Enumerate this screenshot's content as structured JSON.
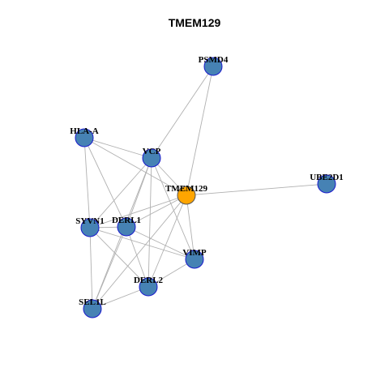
{
  "title": "TMEM129",
  "colors": {
    "node_fill": "#4682B4",
    "node_stroke": "#1a1acc",
    "focus_fill": "#FFA500",
    "focus_stroke": "#555555",
    "edge": "#b0b0b0"
  },
  "nodes": [
    {
      "id": "PSMD4",
      "label": "PSMD4",
      "focus": false
    },
    {
      "id": "HLA-A",
      "label": "HLA-A",
      "focus": false
    },
    {
      "id": "VCP",
      "label": "VCP",
      "focus": false
    },
    {
      "id": "TMEM129",
      "label": "TMEM129",
      "focus": true
    },
    {
      "id": "UBE2D1",
      "label": "UBE2D1",
      "focus": false
    },
    {
      "id": "SYVN1",
      "label": "SYVN1",
      "focus": false
    },
    {
      "id": "DERL1",
      "label": "DERL1",
      "focus": false
    },
    {
      "id": "VIMP",
      "label": "VIMP",
      "focus": false
    },
    {
      "id": "DERL2",
      "label": "DERL2",
      "focus": false
    },
    {
      "id": "SEL1L",
      "label": "SEL1L",
      "focus": false
    }
  ],
  "edges": [
    [
      "PSMD4",
      "VCP"
    ],
    [
      "PSMD4",
      "TMEM129"
    ],
    [
      "HLA-A",
      "VCP"
    ],
    [
      "HLA-A",
      "TMEM129"
    ],
    [
      "HLA-A",
      "SYVN1"
    ],
    [
      "HLA-A",
      "DERL1"
    ],
    [
      "VCP",
      "TMEM129"
    ],
    [
      "VCP",
      "SYVN1"
    ],
    [
      "VCP",
      "DERL1"
    ],
    [
      "VCP",
      "VIMP"
    ],
    [
      "VCP",
      "DERL2"
    ],
    [
      "VCP",
      "SEL1L"
    ],
    [
      "TMEM129",
      "UBE2D1"
    ],
    [
      "TMEM129",
      "SYVN1"
    ],
    [
      "TMEM129",
      "DERL1"
    ],
    [
      "TMEM129",
      "VIMP"
    ],
    [
      "TMEM129",
      "DERL2"
    ],
    [
      "TMEM129",
      "SEL1L"
    ],
    [
      "SYVN1",
      "DERL1"
    ],
    [
      "SYVN1",
      "VIMP"
    ],
    [
      "SYVN1",
      "DERL2"
    ],
    [
      "SYVN1",
      "SEL1L"
    ],
    [
      "DERL1",
      "VIMP"
    ],
    [
      "DERL1",
      "DERL2"
    ],
    [
      "DERL1",
      "SEL1L"
    ],
    [
      "VIMP",
      "DERL2"
    ],
    [
      "DERL2",
      "SEL1L"
    ]
  ]
}
